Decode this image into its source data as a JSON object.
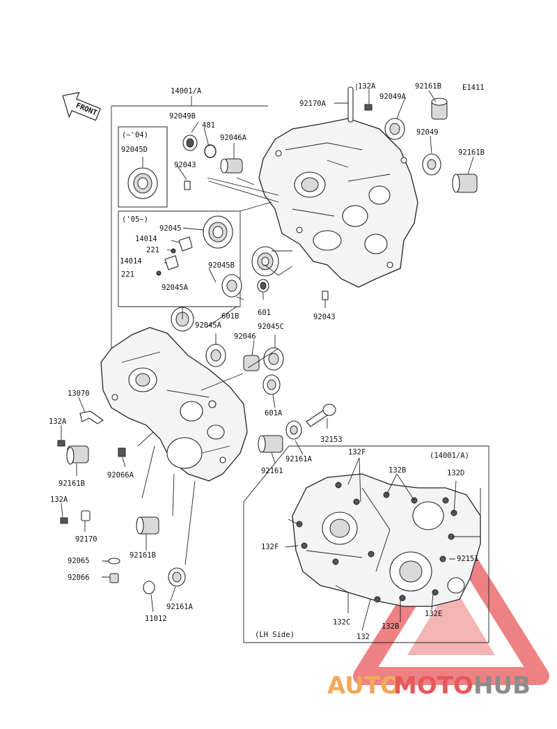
{
  "header": {
    "code": "E1411",
    "front_label": "FRONT",
    "assembly_label": "14001/A"
  },
  "boxes": {
    "early": "(~'04)",
    "late": "('05~)",
    "detail_title": "(14001/A)",
    "detail_side": "(LH Side)"
  },
  "parts": {
    "p132A_top": "132A",
    "p92170A": "92170A",
    "p92049A": "92049A",
    "p92161B_top": "92161B",
    "p92049B": "92049B",
    "p481": "481",
    "p92046A": "92046A",
    "p92049": "92049",
    "p92161B_right": "92161B",
    "p92045D": "92045D",
    "p92043_top": "92043",
    "p92045_late": "92045",
    "p14014_a": "14014",
    "p221_a": "221",
    "p14014_b": "14014",
    "p221_b": "221",
    "p92045B": "92045B",
    "p92045A_upper": "92045A",
    "p601B": "601B",
    "p601": "601",
    "p92043_mid": "92043",
    "p92045A_lower": "92045A",
    "p92045C": "92045C",
    "p92046": "92046",
    "p13070": "13070",
    "p132A_left": "132A",
    "p601A": "601A",
    "p32153": "32153",
    "p92161B_left": "92161B",
    "p92066A": "92066A",
    "p92161A_mid": "92161A",
    "p92161": "92161",
    "p132A_low": "132A",
    "p92170": "92170",
    "p92161B_low": "92161B",
    "p92065": "92065",
    "p92066": "92066",
    "p92161A_low": "92161A",
    "p11012": "11012",
    "p132F_top": "132F",
    "p132B_top": "132B",
    "p132D": "132D",
    "p132F_left": "132F",
    "p92151": "92151",
    "p132E": "132E",
    "p132C": "132C",
    "p132B_low": "132B",
    "p132": "132"
  },
  "watermark": {
    "part1": "AUTO",
    "part2": "MOTO",
    "part3": "HUB",
    "color1": "#f0a95a",
    "color2": "#e8585a",
    "color3": "#8c8c8c"
  }
}
